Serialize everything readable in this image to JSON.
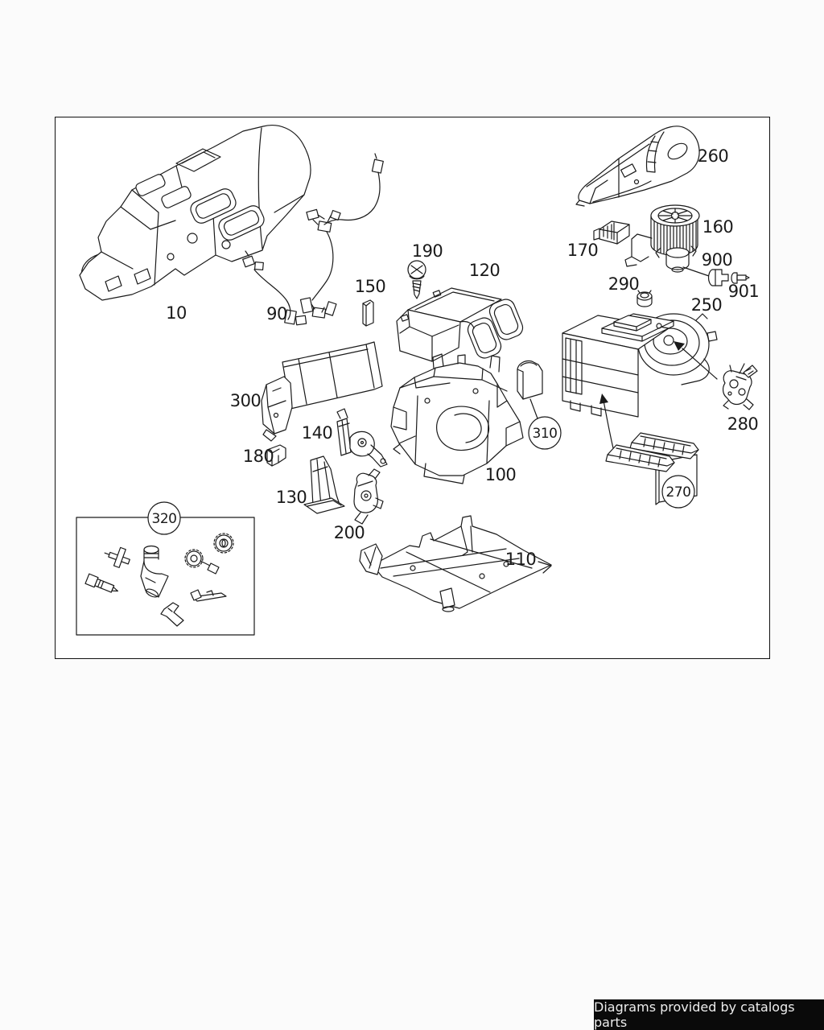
{
  "colors": {
    "line": "#1a1a1a",
    "page_bg": "#fbfbfb",
    "frame_bg": "#ffffff",
    "footer_bg": "#0a0a0a",
    "footer_fg": "#ededed"
  },
  "diagram": {
    "description": "exploded-parts-diagram-heater-air-conditioning-unit",
    "labels": [
      {
        "part": "10",
        "text": "10"
      },
      {
        "part": "90",
        "text": "90"
      },
      {
        "part": "150",
        "text": "150"
      },
      {
        "part": "190",
        "text": "190"
      },
      {
        "part": "120",
        "text": "120"
      },
      {
        "part": "170",
        "text": "170"
      },
      {
        "part": "260",
        "text": "260"
      },
      {
        "part": "160",
        "text": "160"
      },
      {
        "part": "900",
        "text": "900"
      },
      {
        "part": "901",
        "text": "901"
      },
      {
        "part": "290",
        "text": "290"
      },
      {
        "part": "250",
        "text": "250"
      },
      {
        "part": "280",
        "text": "280"
      },
      {
        "part": "300",
        "text": "300"
      },
      {
        "part": "140",
        "text": "140"
      },
      {
        "part": "180",
        "text": "180"
      },
      {
        "part": "130",
        "text": "130"
      },
      {
        "part": "200",
        "text": "200"
      },
      {
        "part": "100",
        "text": "100"
      },
      {
        "part": "110",
        "text": "110"
      }
    ],
    "balloons": [
      {
        "part": "310",
        "text": "310"
      },
      {
        "part": "270",
        "text": "270"
      },
      {
        "part": "320",
        "text": "320"
      }
    ]
  },
  "footer": {
    "text": "Diagrams provided by catalogs parts"
  }
}
